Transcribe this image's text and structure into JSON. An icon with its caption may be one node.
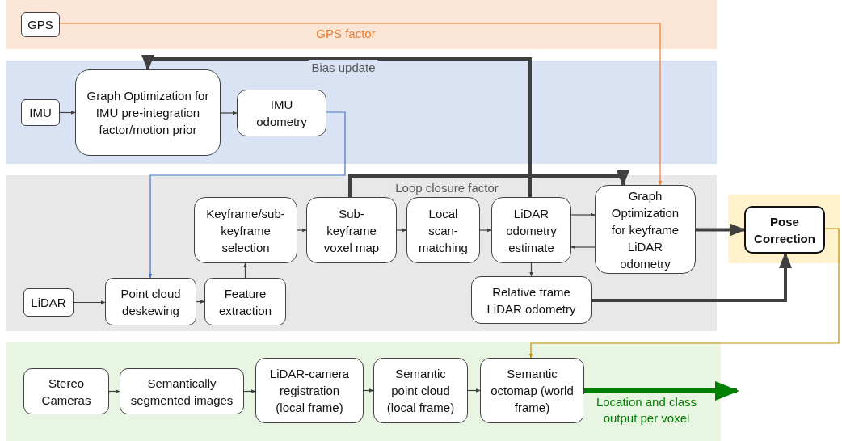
{
  "diagram": {
    "nodes": [
      {
        "text": [
          "GPS"
        ]
      },
      {
        "text": [
          "IMU"
        ]
      },
      {
        "text": [
          "Graph Optimization for IMU pre-integration factor/motion prior"
        ]
      },
      {
        "text": [
          "IMU odometry"
        ]
      },
      {
        "text": [
          "LiDAR"
        ]
      },
      {
        "text": [
          "Point cloud deskewing"
        ]
      },
      {
        "text": [
          "Feature extraction"
        ]
      },
      {
        "text": [
          "Keyframe/sub-keyframe selection"
        ]
      },
      {
        "text": [
          "Sub-keyframe voxel map"
        ]
      },
      {
        "text": [
          "Local scan-matching"
        ]
      },
      {
        "text": [
          "LiDAR odometry estimate"
        ]
      },
      {
        "text": [
          "Graph Optimization for keyframe LiDAR odometry"
        ]
      },
      {
        "text": [
          "Relative frame LiDAR odometry"
        ]
      },
      {
        "text": [
          "Pose Correction"
        ]
      },
      {
        "text": [
          "Stereo Cameras"
        ]
      },
      {
        "text": [
          "Semantically segmented images"
        ]
      },
      {
        "text": [
          "LiDAR-camera registration (local frame)"
        ]
      },
      {
        "text": [
          "Semantic point cloud (local frame)"
        ]
      },
      {
        "text": [
          "Semantic octomap (world frame)"
        ]
      }
    ],
    "edges": [
      {
        "from": 0,
        "to": 11,
        "arrow": "to",
        "label": "GPS factor",
        "color": "#ed7d31"
      },
      {
        "from": 1,
        "to": 2,
        "arrow": "to"
      },
      {
        "from": 2,
        "to": 3,
        "arrow": "to"
      },
      {
        "from": 3,
        "to": 5,
        "arrow": "to",
        "color": "#4472c4"
      },
      {
        "from": 10,
        "to": 2,
        "arrow": "to",
        "label": "Bias update",
        "style": "thick"
      },
      {
        "from": 8,
        "to": 11,
        "arrow": "to",
        "label": "Loop closure factor",
        "style": "thick"
      },
      {
        "from": 4,
        "to": 5,
        "arrow": "to"
      },
      {
        "from": 5,
        "to": 6,
        "arrow": "to"
      },
      {
        "from": 6,
        "to": 7,
        "arrow": "to"
      },
      {
        "from": 7,
        "to": 8,
        "arrow": "to"
      },
      {
        "from": 8,
        "to": 9,
        "arrow": "to"
      },
      {
        "from": 9,
        "to": 10,
        "arrow": "to"
      },
      {
        "from": 10,
        "to": 11,
        "arrow": "to"
      },
      {
        "from": 11,
        "to": 10,
        "arrow": "to"
      },
      {
        "from": 10,
        "to": 12,
        "arrow": "to"
      },
      {
        "from": 11,
        "to": 13,
        "arrow": "to",
        "style": "thick"
      },
      {
        "from": 12,
        "to": 13,
        "arrow": "to",
        "style": "thick"
      },
      {
        "from": 13,
        "to": 18,
        "arrow": "to",
        "color": "#bf9000"
      },
      {
        "from": 14,
        "to": 15,
        "arrow": "to"
      },
      {
        "from": 15,
        "to": 16,
        "arrow": "to"
      },
      {
        "from": 16,
        "to": 17,
        "arrow": "to"
      },
      {
        "from": 17,
        "to": 18,
        "arrow": "to"
      },
      {
        "from": 18,
        "to": null,
        "arrow": "to",
        "label": "Location and class output per voxel",
        "style": "thick",
        "color": "#008000"
      }
    ]
  }
}
